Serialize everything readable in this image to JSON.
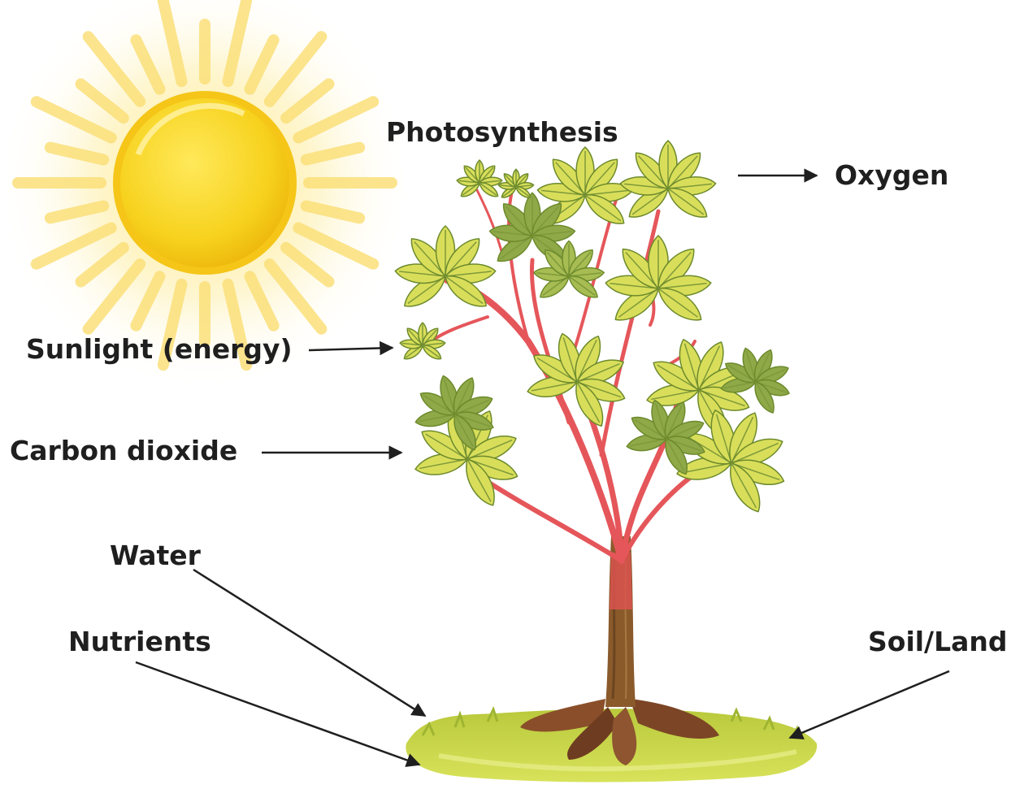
{
  "labels": {
    "photosynthesis": "Photosynthesis",
    "oxygen": "Oxygen",
    "sunlight": "Sunlight (energy)",
    "carbon_dioxide": "Carbon dioxide",
    "water": "Water",
    "nutrients": "Nutrients",
    "soil_land": "Soil/Land"
  },
  "colors": {
    "sun_core": "#F7D21E",
    "sun_rays": "#FBE38A",
    "leaf": "#D9DE5A",
    "leaf_dark": "#7E9A3A",
    "stem": "#E5565A",
    "trunk": "#8A5A2B",
    "grass": "#C9D94A",
    "arrow": "#1f1f1f"
  }
}
